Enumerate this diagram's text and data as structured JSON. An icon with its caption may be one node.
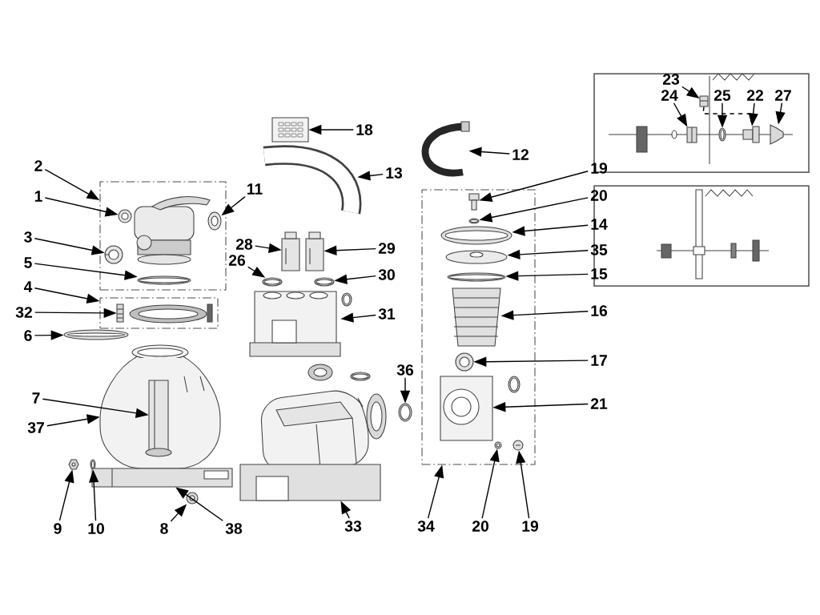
{
  "diagram": {
    "nodes": [
      {
        "text": [
          "2"
        ]
      },
      {
        "text": [
          "1"
        ]
      },
      {
        "text": [
          "11"
        ]
      },
      {
        "text": [
          "3"
        ]
      },
      {
        "text": [
          "5"
        ]
      },
      {
        "text": [
          "4"
        ]
      },
      {
        "text": [
          "32"
        ]
      },
      {
        "text": [
          "6"
        ]
      },
      {
        "text": [
          "7"
        ]
      },
      {
        "text": [
          "37"
        ]
      },
      {
        "text": [
          "9"
        ]
      },
      {
        "text": [
          "10"
        ]
      },
      {
        "text": [
          "8"
        ]
      },
      {
        "text": [
          "38"
        ]
      },
      {
        "text": [
          "18"
        ]
      },
      {
        "text": [
          "13"
        ]
      },
      {
        "text": [
          "28"
        ]
      },
      {
        "text": [
          "29"
        ]
      },
      {
        "text": [
          "26"
        ]
      },
      {
        "text": [
          "30"
        ]
      },
      {
        "text": [
          "31"
        ]
      },
      {
        "text": [
          "33"
        ]
      },
      {
        "text": [
          "36"
        ]
      },
      {
        "text": [
          "12"
        ]
      },
      {
        "text": [
          "19"
        ]
      },
      {
        "text": [
          "20"
        ]
      },
      {
        "text": [
          "14"
        ]
      },
      {
        "text": [
          "35"
        ]
      },
      {
        "text": [
          "15"
        ]
      },
      {
        "text": [
          "16"
        ]
      },
      {
        "text": [
          "17"
        ]
      },
      {
        "text": [
          "21"
        ]
      },
      {
        "text": [
          "34"
        ]
      },
      {
        "text": [
          "20"
        ]
      },
      {
        "text": [
          "19"
        ]
      },
      {
        "text": [
          "23"
        ]
      },
      {
        "text": [
          "24"
        ]
      },
      {
        "text": [
          "25"
        ]
      },
      {
        "text": [
          "22"
        ]
      },
      {
        "text": [
          "27"
        ]
      },
      {
        "text": [],
        "shape": "box"
      },
      {
        "text": [],
        "shape": "picture",
        "in": 40
      },
      {
        "text": [],
        "shape": "picture",
        "in": 40
      },
      {
        "text": [],
        "shape": "picture",
        "in": 40
      },
      {
        "text": [],
        "shape": "picture",
        "in": 40
      },
      {
        "text": [],
        "shape": "box"
      },
      {
        "text": [],
        "shape": "picture",
        "in": 45
      },
      {
        "text": [],
        "shape": "picture"
      },
      {
        "text": [],
        "shape": "picture"
      },
      {
        "text": [],
        "shape": "picture",
        "in": 48
      },
      {
        "text": [],
        "shape": "picture"
      },
      {
        "text": [],
        "shape": "picture"
      },
      {
        "text": [],
        "shape": "picture"
      },
      {
        "text": [],
        "shape": "picture"
      },
      {
        "text": [],
        "shape": "picture"
      },
      {
        "text": [],
        "shape": "picture"
      },
      {
        "text": [],
        "shape": "picture"
      },
      {
        "text": [],
        "shape": "picture"
      },
      {
        "text": [],
        "shape": "picture"
      },
      {
        "text": [],
        "shape": "picture"
      },
      {
        "text": [],
        "shape": "picture"
      },
      {
        "text": [],
        "shape": "picture"
      },
      {
        "text": [],
        "shape": "picture"
      },
      {
        "text": [],
        "shape": "picture"
      },
      {
        "text": [],
        "shape": "box"
      },
      {
        "text": [],
        "shape": "picture",
        "in": 64
      },
      {
        "text": [],
        "shape": "picture",
        "in": 64
      },
      {
        "text": [],
        "shape": "picture",
        "in": 64
      },
      {
        "text": [],
        "shape": "picture",
        "in": 64
      },
      {
        "text": [],
        "shape": "picture",
        "in": 64
      },
      {
        "text": [],
        "shape": "picture",
        "in": 64
      },
      {
        "text": [],
        "shape": "picture",
        "in": 64
      },
      {
        "text": [],
        "shape": "picture",
        "in": 64
      },
      {
        "text": [],
        "shape": "picture",
        "in": 64
      },
      {
        "text": [],
        "shape": "picture",
        "in": 64
      },
      {
        "text": [],
        "shape": "picture"
      },
      {
        "text": [],
        "shape": "picture"
      },
      {
        "text": [],
        "shape": "picture"
      },
      {
        "text": [],
        "shape": "picture"
      },
      {
        "text": [],
        "shape": "picture"
      },
      {
        "text": [],
        "shape": "picture",
        "in": 64
      }
    ],
    "edges": [
      {
        "from": 0,
        "to": 40,
        "arrow": "to"
      },
      {
        "from": 1,
        "to": 41,
        "arrow": "to"
      },
      {
        "from": 2,
        "to": 42,
        "arrow": "to"
      },
      {
        "from": 3,
        "to": 43,
        "arrow": "to"
      },
      {
        "from": 4,
        "to": 44,
        "arrow": "to"
      },
      {
        "from": 5,
        "to": 45,
        "arrow": "to"
      },
      {
        "from": 6,
        "to": 46,
        "arrow": "to"
      },
      {
        "from": 7,
        "to": 47,
        "arrow": "to"
      },
      {
        "from": 8,
        "to": 49,
        "arrow": "to"
      },
      {
        "from": 9,
        "to": 48,
        "arrow": "to"
      },
      {
        "from": 10,
        "to": 50,
        "arrow": "to"
      },
      {
        "from": 11,
        "to": 51,
        "arrow": "to"
      },
      {
        "from": 12,
        "to": 52,
        "arrow": "to"
      },
      {
        "from": 13,
        "to": 53,
        "arrow": "to"
      },
      {
        "from": 14,
        "to": 54,
        "arrow": "to"
      },
      {
        "from": 15,
        "to": 55,
        "arrow": "to"
      },
      {
        "from": 16,
        "to": 56,
        "arrow": "to"
      },
      {
        "from": 17,
        "to": 57,
        "arrow": "to"
      },
      {
        "from": 18,
        "to": 58,
        "arrow": "to"
      },
      {
        "from": 19,
        "to": 59,
        "arrow": "to"
      },
      {
        "from": 20,
        "to": 60,
        "arrow": "to"
      },
      {
        "from": 21,
        "to": 61,
        "arrow": "to"
      },
      {
        "from": 22,
        "to": 62,
        "arrow": "to"
      },
      {
        "from": 23,
        "to": 63,
        "arrow": "to"
      },
      {
        "from": 24,
        "to": 65,
        "arrow": "to"
      },
      {
        "from": 25,
        "to": 66,
        "arrow": "to"
      },
      {
        "from": 26,
        "to": 67,
        "arrow": "to"
      },
      {
        "from": 27,
        "to": 68,
        "arrow": "to"
      },
      {
        "from": 28,
        "to": 69,
        "arrow": "to"
      },
      {
        "from": 29,
        "to": 70,
        "arrow": "to"
      },
      {
        "from": 30,
        "to": 71,
        "arrow": "to"
      },
      {
        "from": 31,
        "to": 72,
        "arrow": "to"
      },
      {
        "from": 32,
        "to": 64,
        "arrow": "to"
      },
      {
        "from": 33,
        "to": 73,
        "arrow": "to"
      },
      {
        "from": 34,
        "to": 74,
        "arrow": "to"
      },
      {
        "from": 35,
        "to": 75,
        "arrow": "to"
      },
      {
        "from": 36,
        "to": 76,
        "arrow": "to"
      },
      {
        "from": 37,
        "to": 77,
        "arrow": "to"
      },
      {
        "from": 38,
        "to": 78,
        "arrow": "to"
      },
      {
        "from": 39,
        "to": 79,
        "arrow": "to"
      },
      {
        "from": 75,
        "to": 78,
        "arrow": "none",
        "style": "dashed"
      }
    ]
  }
}
